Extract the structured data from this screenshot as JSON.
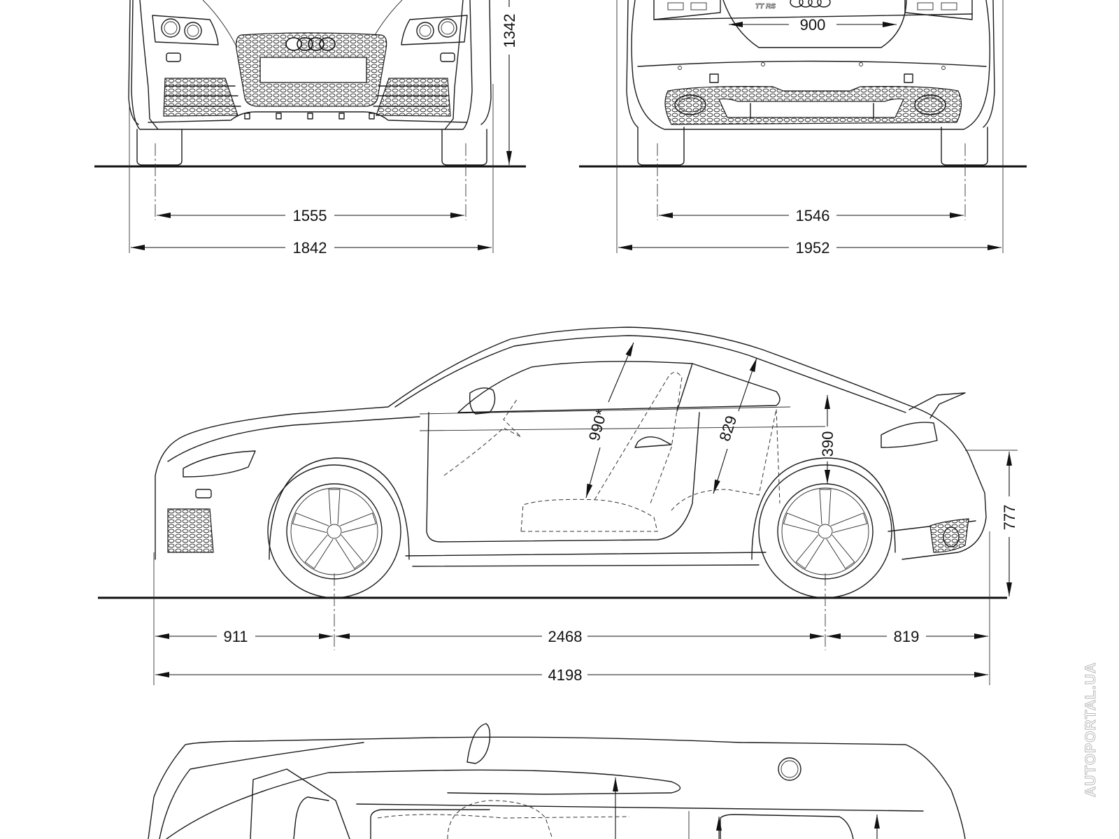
{
  "drawing": {
    "subject": "Audi TT RS Coupé dimension blueprint",
    "views": [
      "front",
      "rear",
      "side",
      "top"
    ]
  },
  "front_view": {
    "height": "1342",
    "front_track": "1555",
    "width": "1842"
  },
  "rear_view": {
    "trunk_opening_width": "900",
    "rear_track": "1546",
    "width_incl_mirrors": "1952",
    "badge_text": "TT RS"
  },
  "side_view": {
    "front_headroom": "990*",
    "rear_headroom": "829",
    "ground_clearance_to_arch": "390",
    "rear_bumper_height": "777",
    "front_overhang": "911",
    "wheelbase": "2468",
    "rear_overhang": "819",
    "overall_length": "4198"
  },
  "watermark": "AUTOPORTAL.UA",
  "colors": {
    "line": "#1a1a1a",
    "background": "#ffffff",
    "watermark_outline": "#b9b9b9"
  }
}
